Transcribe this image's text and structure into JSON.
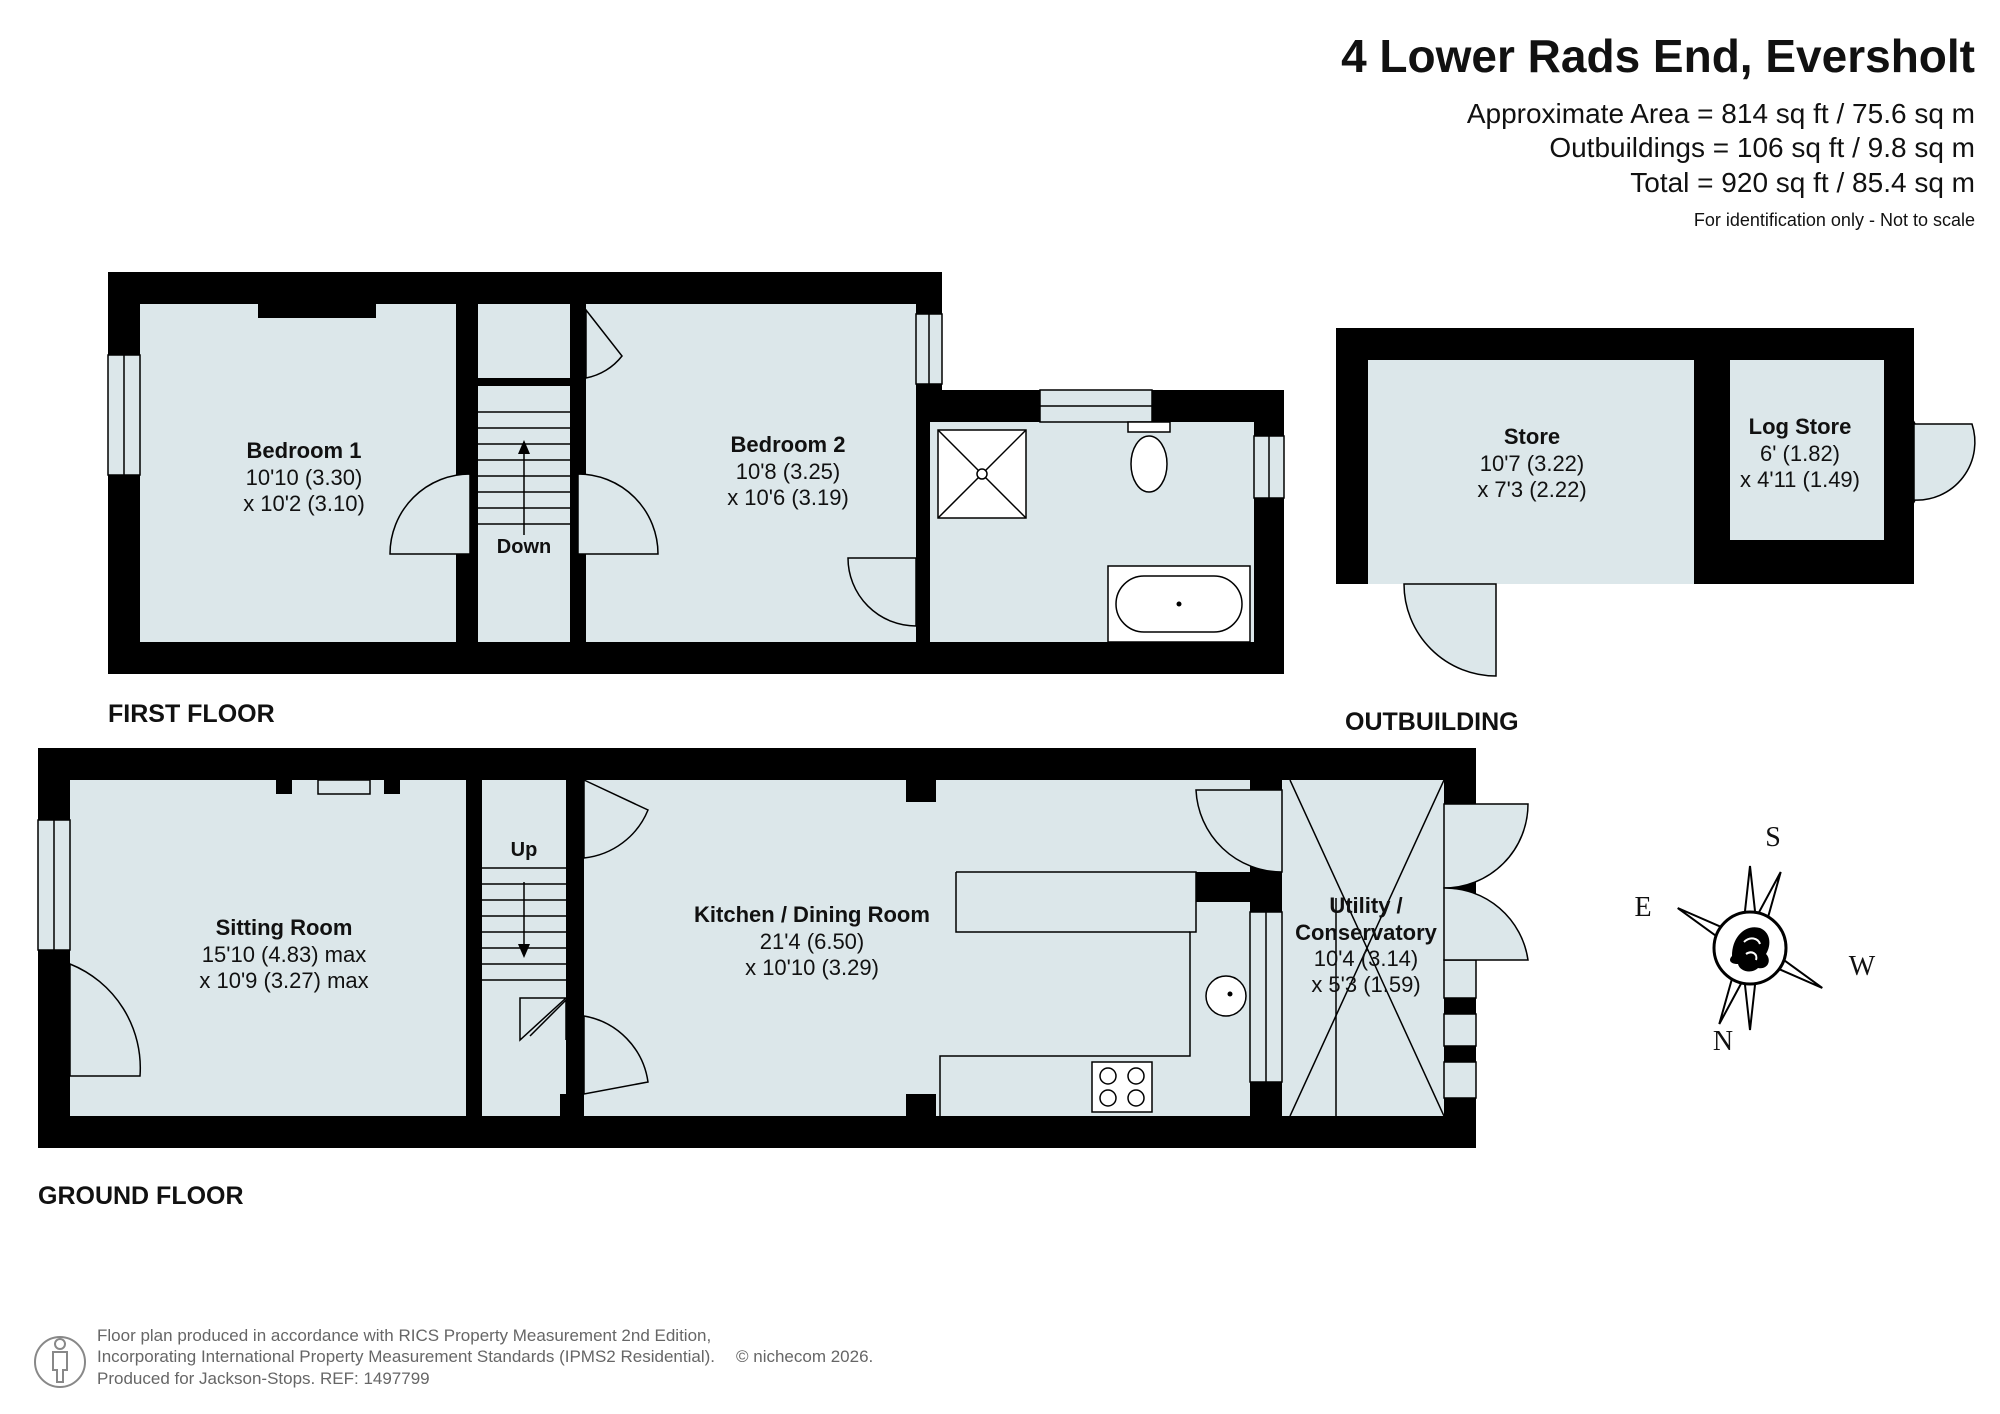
{
  "header": {
    "title": "4 Lower Rads End, Eversholt",
    "approx_area": "Approximate Area = 814 sq ft / 75.6 sq m",
    "outbuildings": "Outbuildings = 106 sq ft / 9.8 sq m",
    "total": "Total = 920 sq ft / 85.4 sq m",
    "note": "For identification only - Not to scale"
  },
  "floors": {
    "first": "FIRST FLOOR",
    "outbuilding": "OUTBUILDING",
    "ground": "GROUND FLOOR"
  },
  "rooms": {
    "bedroom1": {
      "name": "Bedroom 1",
      "dim1": "10'10 (3.30)",
      "dim2": "x 10'2 (3.10)"
    },
    "bedroom2": {
      "name": "Bedroom 2",
      "dim1": "10'8 (3.25)",
      "dim2": "x 10'6 (3.19)"
    },
    "store": {
      "name": "Store",
      "dim1": "10'7 (3.22)",
      "dim2": "x 7'3 (2.22)"
    },
    "logstore": {
      "name": "Log Store",
      "dim1": "6' (1.82)",
      "dim2": "x 4'11 (1.49)"
    },
    "sitting": {
      "name": "Sitting Room",
      "dim1": "15'10 (4.83) max",
      "dim2": "x 10'9 (3.27) max"
    },
    "kitchen": {
      "name": "Kitchen / Dining Room",
      "dim1": "21'4 (6.50)",
      "dim2": "x 10'10 (3.29)"
    },
    "utility": {
      "name1": "Utility /",
      "name2": "Conservatory",
      "dim1": "10'4 (3.14)",
      "dim2": "x 5'3 (1.59)"
    }
  },
  "stairs": {
    "down": "Down",
    "up": "Up"
  },
  "compass": {
    "s": "S",
    "e": "E",
    "w": "W",
    "n": "N"
  },
  "footer": {
    "line1": "Floor plan produced in accordance with RICS Property Measurement 2nd Edition,",
    "line2": "Incorporating International Property Measurement Standards (IPMS2 Residential).",
    "copyright": "© nichecom 2026.",
    "line3": "Produced for Jackson-Stops.   REF:  1497799"
  }
}
